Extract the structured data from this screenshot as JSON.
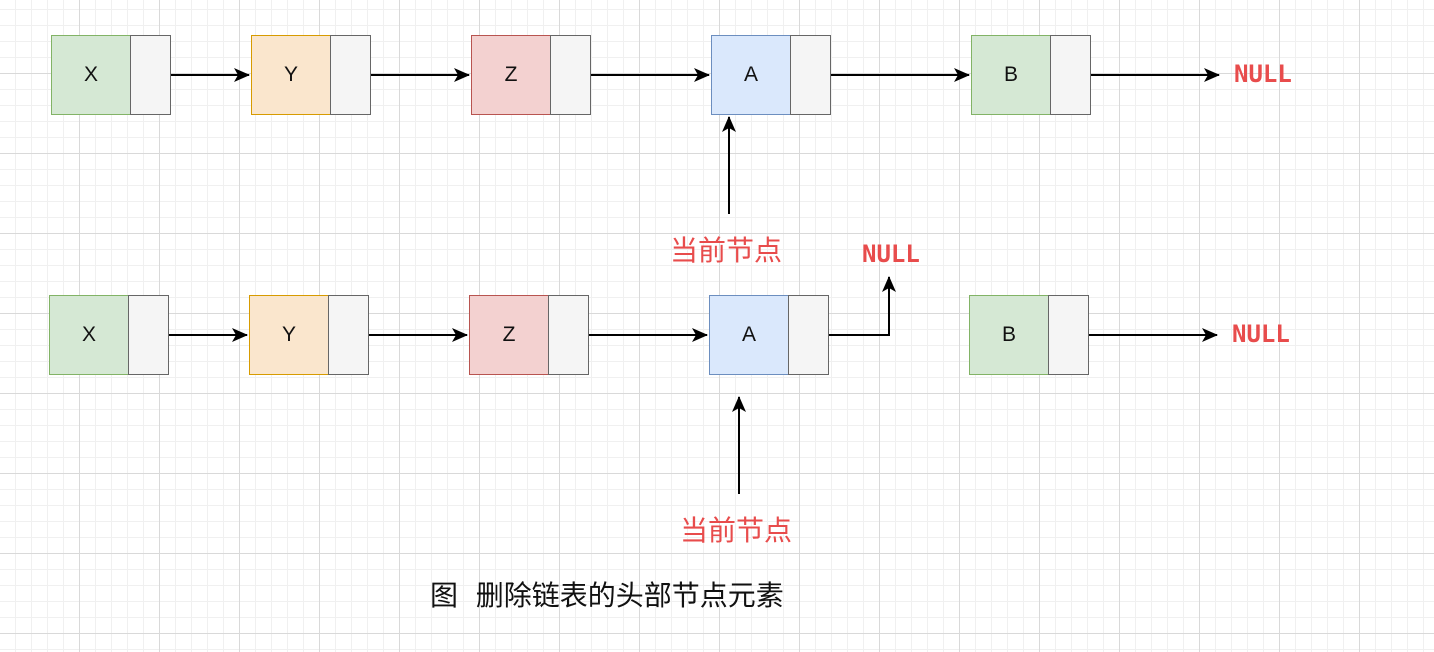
{
  "diagram": {
    "before": {
      "nodes": [
        "X",
        "Y",
        "Z",
        "A",
        "B"
      ],
      "tail_label": "NULL",
      "pointer_label": "当前节点"
    },
    "after": {
      "nodes": [
        "X",
        "Y",
        "Z",
        "A",
        "B"
      ],
      "a_next_label": "NULL",
      "tail_label": "NULL",
      "pointer_label": "当前节点"
    },
    "caption": "图  删除链表的头部节点元素"
  },
  "colors": {
    "green": "#d5e8d4",
    "orange": "#fae6cd",
    "red": "#f3d1d0",
    "blue": "#dae8fc",
    "pointer_box": "#f5f5f5",
    "label_red": "#e84c4c"
  }
}
